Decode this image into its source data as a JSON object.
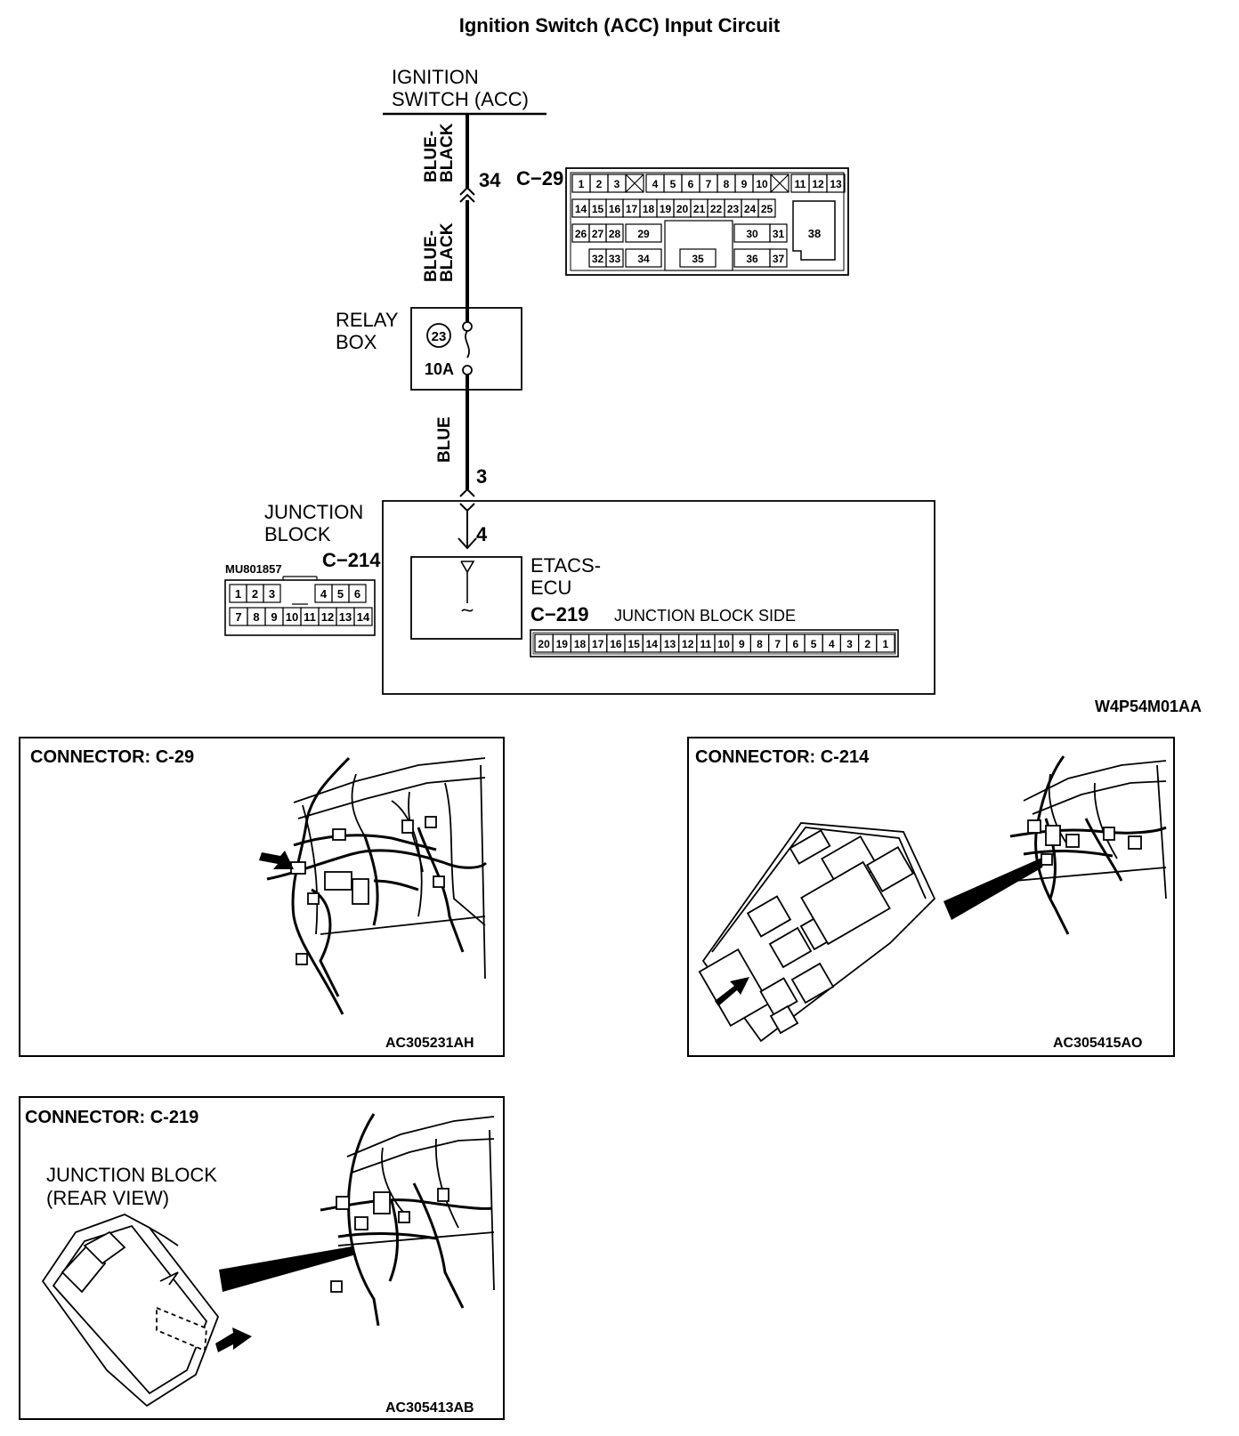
{
  "title": "Ignition Switch (ACC) Input Circuit",
  "diagram_id": "W4P54M01AA",
  "ignition_switch": {
    "line1": "IGNITION",
    "line2": "SWITCH (ACC)"
  },
  "wires": {
    "upper": {
      "color_line1": "BLUE-",
      "color_line2": "BLACK"
    },
    "lower": {
      "color_line1": "BLUE-",
      "color_line2": "BLACK"
    },
    "bottom": {
      "color": "BLUE"
    }
  },
  "pins": {
    "c29_pin": "34",
    "c214_pin": "3",
    "c219_pin": "4"
  },
  "connector_c29": {
    "label": "C−29",
    "row1": [
      "1",
      "2",
      "3",
      "4",
      "5",
      "6",
      "7",
      "8",
      "9",
      "10",
      "11",
      "12",
      "13"
    ],
    "row2": [
      "14",
      "15",
      "16",
      "17",
      "18",
      "19",
      "20",
      "21",
      "22",
      "23",
      "24",
      "25"
    ],
    "row3": [
      "26",
      "27",
      "28",
      "29",
      "30",
      "31"
    ],
    "row4": [
      "32",
      "33",
      "34",
      "35",
      "36",
      "37"
    ],
    "big_pin": "38"
  },
  "relay_box": {
    "line1": "RELAY",
    "line2": "BOX",
    "fuse_number": "23",
    "fuse_rating": "10A"
  },
  "junction_block": {
    "line1": "JUNCTION",
    "line2": "BLOCK",
    "connector_label": "C−214",
    "part_number": "MU801857",
    "row1": [
      "1",
      "2",
      "3",
      "4",
      "5",
      "6"
    ],
    "row2": [
      "7",
      "8",
      "9",
      "10",
      "11",
      "12",
      "13",
      "14"
    ]
  },
  "etacs": {
    "line1": "ETACS-",
    "line2": "ECU",
    "connector_label": "C−219",
    "side_label": "JUNCTION BLOCK SIDE",
    "pins": [
      "20",
      "19",
      "18",
      "17",
      "16",
      "15",
      "14",
      "13",
      "12",
      "11",
      "10",
      "9",
      "8",
      "7",
      "6",
      "5",
      "4",
      "3",
      "2",
      "1"
    ]
  },
  "panels": [
    {
      "title": "CONNECTOR: C-29",
      "code": "AC305231AH"
    },
    {
      "title": "CONNECTOR: C-214",
      "code": "AC305415AO"
    },
    {
      "title": "CONNECTOR: C-219",
      "code": "AC305413AB",
      "note_line1": "JUNCTION BLOCK",
      "note_line2": "(REAR VIEW)"
    }
  ],
  "colors": {
    "ink": "#000000",
    "paper": "#ffffff"
  }
}
